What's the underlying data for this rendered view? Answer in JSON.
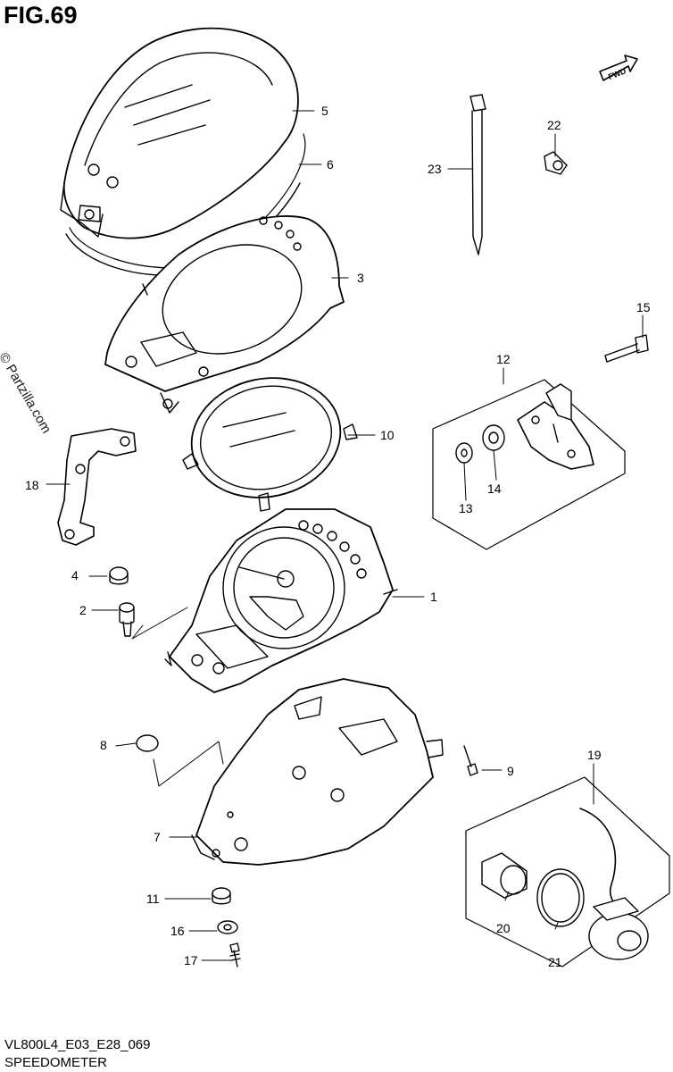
{
  "figure": {
    "title": "FIG.69",
    "watermark": "© Partzilla.com",
    "drawing_code": "VL800L4_E03_E28_069",
    "caption": "SPEEDOMETER",
    "direction_label": "FWD"
  },
  "callouts": [
    {
      "id": "c1",
      "label": "1"
    },
    {
      "id": "c2",
      "label": "2"
    },
    {
      "id": "c3",
      "label": "3"
    },
    {
      "id": "c4",
      "label": "4"
    },
    {
      "id": "c5",
      "label": "5"
    },
    {
      "id": "c6",
      "label": "6"
    },
    {
      "id": "c7",
      "label": "7"
    },
    {
      "id": "c8",
      "label": "8"
    },
    {
      "id": "c9",
      "label": "9"
    },
    {
      "id": "c10",
      "label": "10"
    },
    {
      "id": "c11",
      "label": "11"
    },
    {
      "id": "c12",
      "label": "12"
    },
    {
      "id": "c13",
      "label": "13"
    },
    {
      "id": "c14",
      "label": "14"
    },
    {
      "id": "c15",
      "label": "15"
    },
    {
      "id": "c16",
      "label": "16"
    },
    {
      "id": "c17",
      "label": "17"
    },
    {
      "id": "c18",
      "label": "18"
    },
    {
      "id": "c19",
      "label": "19"
    },
    {
      "id": "c20",
      "label": "20"
    },
    {
      "id": "c21",
      "label": "21"
    },
    {
      "id": "c22",
      "label": "22"
    },
    {
      "id": "c23",
      "label": "23"
    }
  ]
}
